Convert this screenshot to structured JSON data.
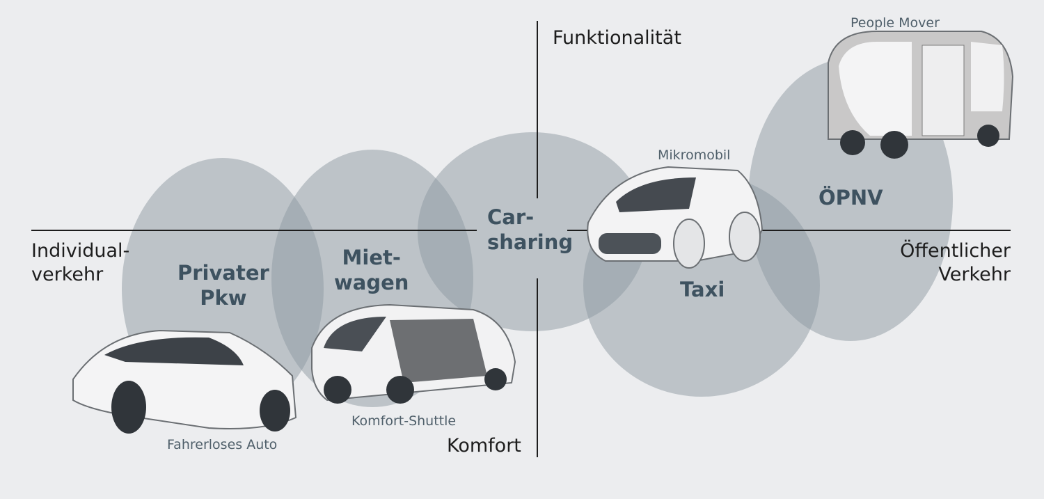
{
  "axes": {
    "top": "Funktionalität",
    "bottom": "Komfort",
    "left_line1": "Individual-",
    "left_line2": "verkehr",
    "right_line1": "Öffentlicher",
    "right_line2": "Verkehr"
  },
  "segments": [
    {
      "line1": "Privater",
      "line2": "Pkw"
    },
    {
      "line1": "Miet-",
      "line2": "wagen"
    },
    {
      "line1": "Car-",
      "line2": "sharing"
    },
    {
      "line1": "Taxi"
    },
    {
      "line1": "ÖPNV"
    }
  ],
  "vehicles": {
    "auto": "Fahrerloses Auto",
    "shuttle": "Komfort-Shuttle",
    "mikro": "Mikromobil",
    "mover": "People Mover"
  },
  "colors": {
    "background": "#ecedef",
    "circle": "#8d9aa1",
    "label": "#3e5260"
  }
}
